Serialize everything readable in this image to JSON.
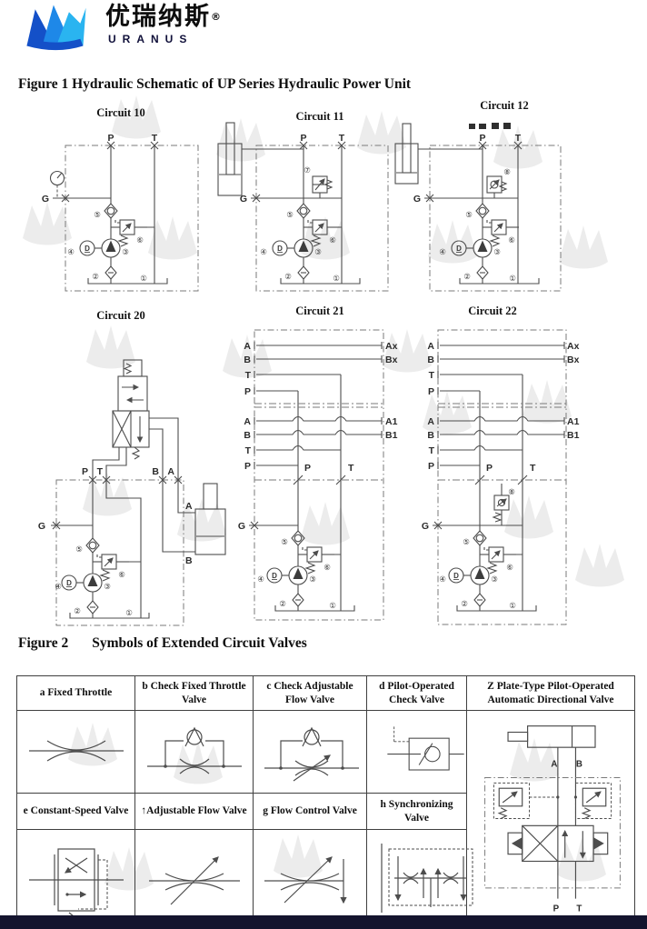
{
  "brand": {
    "logo_cn": "优瑞纳斯",
    "registered": "®",
    "logo_en": "URANUS"
  },
  "figure1": {
    "title": "Figure 1 Hydraulic Schematic of UP Series Hydraulic Power Unit",
    "circuits": [
      {
        "title": "Circuit 10"
      },
      {
        "title": "Circuit 11"
      },
      {
        "title": "Circuit 12"
      },
      {
        "title": "Circuit 20"
      },
      {
        "title": "Circuit 21"
      },
      {
        "title": "Circuit 22"
      }
    ]
  },
  "ports": {
    "p": "P",
    "t": "T",
    "g": "G",
    "a": "A",
    "b": "B",
    "ax": "Ax",
    "bx": "Bx",
    "a1": "A1",
    "b1": "B1"
  },
  "components": {
    "c1": "①",
    "c2": "②",
    "c3": "③",
    "c4": "④",
    "c5": "⑤",
    "c6": "⑥",
    "c7": "⑦",
    "c8": "⑧",
    "motor": "D"
  },
  "figure2": {
    "label": "Figure 2",
    "title": "Symbols of Extended Circuit Valves",
    "headers_row1": [
      "a Fixed Throttle",
      "b Check Fixed Throttle Valve",
      "c Check Adjustable Flow Valve",
      "d Pilot-Operated Check Valve",
      "Z Plate-Type Pilot-Operated Automatic Directional Valve"
    ],
    "headers_row2": [
      "e Constant-Speed Valve",
      "↑Adjustable Flow Valve",
      "g Flow Control Valve",
      "h Synchronizing Valve"
    ],
    "z_labels": {
      "a": "A",
      "b": "B",
      "p": "P",
      "t": "T"
    }
  },
  "colors": {
    "footer_bar": "#14142e",
    "logo_blue_dark": "#1450c8",
    "logo_blue": "#1e88e8",
    "logo_cyan": "#2ab4f0",
    "watermark_gray": "#d9d9d9"
  }
}
